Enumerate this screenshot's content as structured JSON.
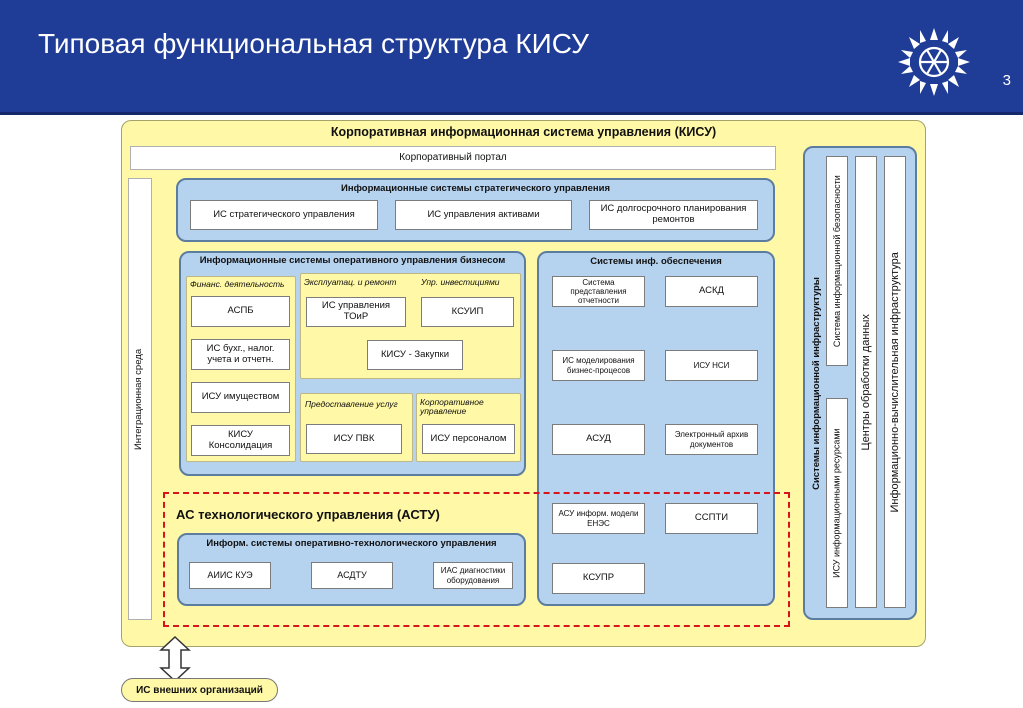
{
  "header": {
    "title": "Типовая функциональная структура КИСУ",
    "page_number": "3"
  },
  "kisu": {
    "title": "Корпоративная информационная система управления (КИСУ)",
    "portal": "Корпоративный портал",
    "integration": "Интеграционная среда"
  },
  "strategic": {
    "title": "Информационные системы стратегического управления",
    "items": [
      "ИС стратегического управления",
      "ИС управления активами",
      "ИС долгосрочного планирования ремонтов"
    ]
  },
  "operational": {
    "title": "Информационные системы оперативного управления бизнесом",
    "finance": {
      "label": "Финанс. деятельность",
      "items": [
        "АСПБ",
        "ИС бухг., налог. учета и отчетн.",
        "ИСУ имуществом",
        "КИСУ Консолидация"
      ]
    },
    "maint": {
      "label": "Эксплуатац. и ремонт",
      "item": "ИС управления ТОиР"
    },
    "invest": {
      "label": "Упр. инвестициями",
      "item": "КСУИП"
    },
    "procurement": "КИСУ - Закупки",
    "services": {
      "label": "Предоставление услуг",
      "item": "ИСУ ПВК"
    },
    "hr": {
      "label": "Корпоративное управление",
      "item": "ИСУ персоналом"
    }
  },
  "support": {
    "title": "Системы инф. обеспечения",
    "items": [
      "Система представления отчетности",
      "АСКД",
      "ИС моделирования бизнес-процесов",
      "ИСУ НСИ",
      "АСУД",
      "Электронный архив документов",
      "АСУ информ. модели ЕНЭС",
      "ССПТИ",
      "КСУПР"
    ]
  },
  "astu": {
    "title": "АС технологического управления (АСТУ)",
    "sub_title": "Информ. системы оперативно-технологического управления",
    "items": [
      "АИИС КУЭ",
      "АСДТУ",
      "ИАС диагностики оборудования"
    ]
  },
  "infra": {
    "title": "Системы информационной инфраструктуры",
    "security": "Система информационной безопасности",
    "resources": "ИСУ информационными ресурсами",
    "dc": "Центры обработки данных",
    "computing": "Информационно-вычислительная инфраструктура"
  },
  "external": "ИС внешних организаций",
  "colors": {
    "header": "#1f3c96",
    "yellow": "#fff8a6",
    "blue": "#b5d2ef",
    "dashed": "#d8141c"
  }
}
